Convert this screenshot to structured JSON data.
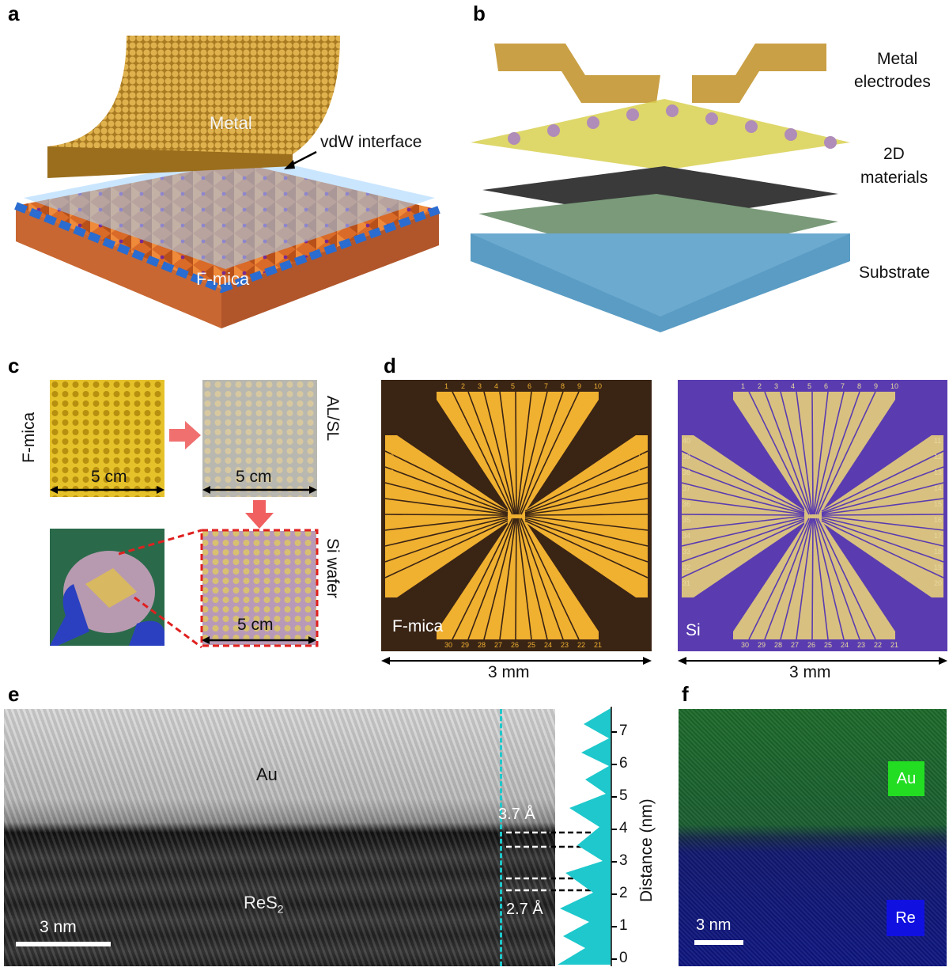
{
  "panels": {
    "a": {
      "letter": "a",
      "metal": "Metal",
      "interface": "vdW interface",
      "substrate": "F-mica"
    },
    "b": {
      "letter": "b",
      "electrodes_1": "Metal",
      "electrodes_2": "electrodes",
      "materials_1": "2D",
      "materials_2": "materials",
      "substrate": "Substrate"
    },
    "c": {
      "letter": "c",
      "fmica": "F-mica",
      "alsl": "AL/SL",
      "si_wafer": "Si wafer",
      "scale": "5 cm"
    },
    "d": {
      "letter": "d",
      "left_label": "F-mica",
      "right_label": "Si",
      "scale": "3 mm",
      "pads_top": [
        "1",
        "2",
        "3",
        "4",
        "5",
        "6",
        "7",
        "8",
        "9",
        "10"
      ],
      "pads_right": [
        "11",
        "12",
        "13",
        "14",
        "15",
        "16",
        "17",
        "18",
        "19",
        "20"
      ],
      "pads_bottom": [
        "30",
        "29",
        "28",
        "27",
        "26",
        "25",
        "24",
        "23",
        "22",
        "21"
      ],
      "pads_left": [
        "40",
        "39",
        "38",
        "37",
        "36",
        "35",
        "34",
        "33",
        "32",
        "31"
      ]
    },
    "e": {
      "letter": "e",
      "au": "Au",
      "res2": "ReS",
      "res2_sub": "2",
      "d1": "3.7 Å",
      "d2": "2.7 Å",
      "scale": "3 nm",
      "axis_label": "Distance (nm)",
      "ticks": [
        "0",
        "1",
        "2",
        "3",
        "4",
        "5",
        "6",
        "7"
      ]
    },
    "f": {
      "letter": "f",
      "au": "Au",
      "re": "Re",
      "scale": "3 nm"
    }
  },
  "colors": {
    "metal_gold": "#c9a045",
    "mica_orange": "#e0702a",
    "mica_blue": "#2a6cd0",
    "pad_gold": "#f0b030",
    "si_purple": "#5a3cb0",
    "profile_cyan": "#1ec8cc",
    "au_green": "#22dd22",
    "re_blue": "#1010e0"
  }
}
